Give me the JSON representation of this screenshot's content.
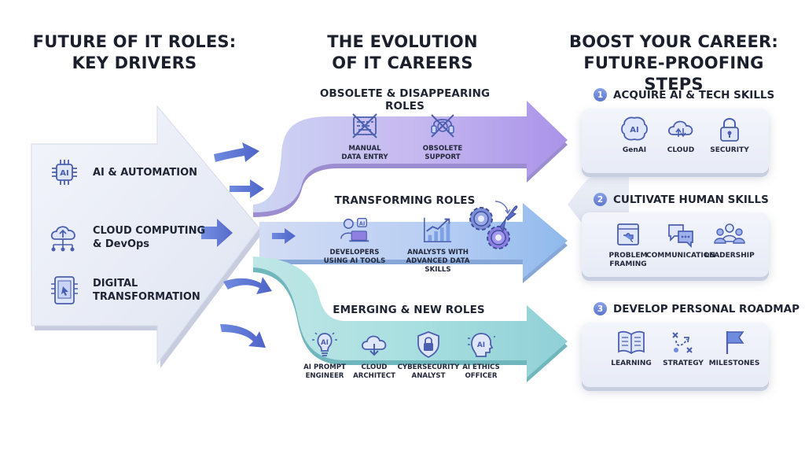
{
  "columns": {
    "drivers_title": [
      "FUTURE OF IT ROLES:",
      "KEY DRIVERS"
    ],
    "evolution_title": [
      "THE EVOLUTION",
      "OF IT CAREERS"
    ],
    "career_title": [
      "BOOST YOUR CAREER:",
      "FUTURE-PROOFING STEPS"
    ]
  },
  "drivers": [
    {
      "icon": "ai-chip-icon",
      "label": [
        "AI & AUTOMATION"
      ]
    },
    {
      "icon": "cloud-network-icon",
      "label": [
        "CLOUD COMPUTING",
        "& DevOps"
      ]
    },
    {
      "icon": "tablet-cursor-icon",
      "label": [
        "DIGITAL",
        "TRANSFORMATION"
      ]
    }
  ],
  "evolution": {
    "obsolete": {
      "title": "OBSOLETE & DISAPPEARING ROLES",
      "roles": [
        {
          "icon": "crossed-keyboard-icon",
          "label": [
            "MANUAL",
            "DATA ENTRY"
          ]
        },
        {
          "icon": "crossed-headset-icon",
          "label": [
            "OBSOLETE",
            "SUPPORT"
          ]
        }
      ]
    },
    "transforming": {
      "title": "TRANSFORMING ROLES",
      "roles": [
        {
          "icon": "developer-laptop-icon",
          "label": [
            "DEVELOPERS",
            "USING AI TOOLS"
          ]
        },
        {
          "icon": "growth-chart-icon",
          "label": [
            "ANALYSTS WITH",
            "ADVANCED DATA SKILLS"
          ]
        }
      ],
      "decor_icon": "gears-wrench-icon"
    },
    "emerging": {
      "title": "EMERGING & NEW ROLES",
      "roles": [
        {
          "icon": "ai-lightbulb-icon",
          "label": [
            "AI PROMPT",
            "ENGINEER"
          ]
        },
        {
          "icon": "cloud-download-icon",
          "label": [
            "CLOUD",
            "ARCHITECT"
          ]
        },
        {
          "icon": "shield-lock-icon",
          "label": [
            "CYBERSECURITY",
            "ANALYST"
          ]
        },
        {
          "icon": "ai-head-icon",
          "label": [
            "AI ETHICS",
            "OFFICER"
          ]
        }
      ]
    }
  },
  "steps": [
    {
      "number": "1",
      "title": "ACQUIRE AI & TECH SKILLS",
      "skills": [
        {
          "icon": "ai-brain-icon",
          "label": [
            "GenAI"
          ]
        },
        {
          "icon": "cloud-sync-icon",
          "label": [
            "CLOUD"
          ]
        },
        {
          "icon": "padlock-icon",
          "label": [
            "SECURITY"
          ]
        }
      ]
    },
    {
      "number": "2",
      "title": "CULTIVATE HUMAN SKILLS",
      "skills": [
        {
          "icon": "puzzle-window-icon",
          "label": [
            "PROBLEM",
            "FRAMING"
          ]
        },
        {
          "icon": "chat-bubbles-icon",
          "label": [
            "COMMUNICATION"
          ]
        },
        {
          "icon": "team-icon",
          "label": [
            "LEADERSHIP"
          ]
        }
      ]
    },
    {
      "number": "3",
      "title": "DEVELOP PERSONAL ROADMAP",
      "skills": [
        {
          "icon": "open-book-icon",
          "label": [
            "LEARNING"
          ]
        },
        {
          "icon": "strategy-play-icon",
          "label": [
            "STRATEGY"
          ]
        },
        {
          "icon": "flag-icon",
          "label": [
            "MILESTONES"
          ]
        }
      ]
    }
  ],
  "colors": {
    "title_text": "#1b1f2c",
    "obsolete_band": "#b9a8ec",
    "transforming_band": "#9fc3ee",
    "emerging_band": "#8ed5d4",
    "icon_blue": "#4b5fb0",
    "accent_purple": "#6a5acd"
  }
}
